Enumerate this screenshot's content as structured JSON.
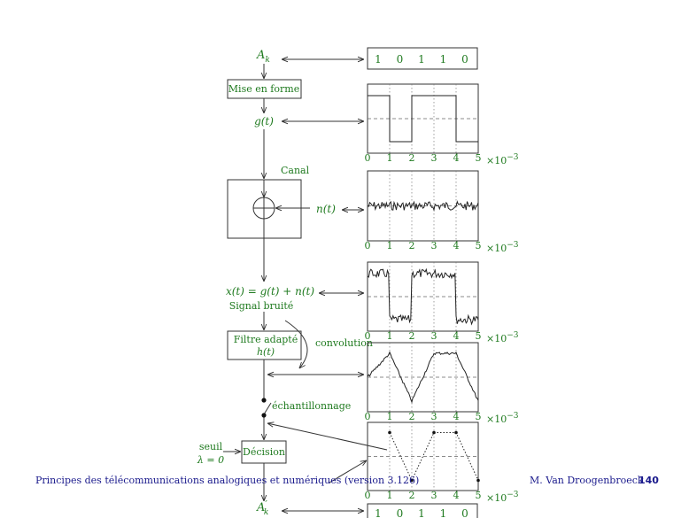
{
  "bits_in": [
    "1",
    "0",
    "1",
    "1",
    "0"
  ],
  "bits_out": [
    "1",
    "0",
    "1",
    "1",
    "0"
  ],
  "labels": {
    "ak": "A",
    "ak_sub": "k",
    "ak_out": "A",
    "ak_out_prime": "′",
    "mise_en_forme": "Mise en forme",
    "gt": "g(t)",
    "canal": "Canal",
    "nt": "n(t)",
    "xt": "x(t) = g(t) + n(t)",
    "signal_bruite": "Signal bruité",
    "filtre_line1": "Filtre adapté",
    "filtre_line2": "h(t)",
    "convolution": "convolution",
    "echantillonnage": "échantillonnage",
    "seuil": "seuil",
    "lambda": "λ = 0",
    "decision": "Décision"
  },
  "axis": {
    "ticks": [
      "0",
      "1",
      "2",
      "3",
      "4",
      "5"
    ],
    "scale": "×10",
    "scale_exp": "−3"
  },
  "footer": {
    "left": "Principes des télécommunications analogiques et numériques (version 3.126)",
    "author": "M. Van Droogenbroeck",
    "page": "140"
  },
  "colors": {
    "label": "#1f7a1f",
    "footer": "#1a1a8c",
    "line": "#333333"
  },
  "signals": {
    "shaped_levels": [
      1,
      -1,
      1,
      1,
      -1
    ],
    "sample_values": [
      1.0,
      -1.0,
      1.0,
      1.0,
      -1.0
    ]
  }
}
